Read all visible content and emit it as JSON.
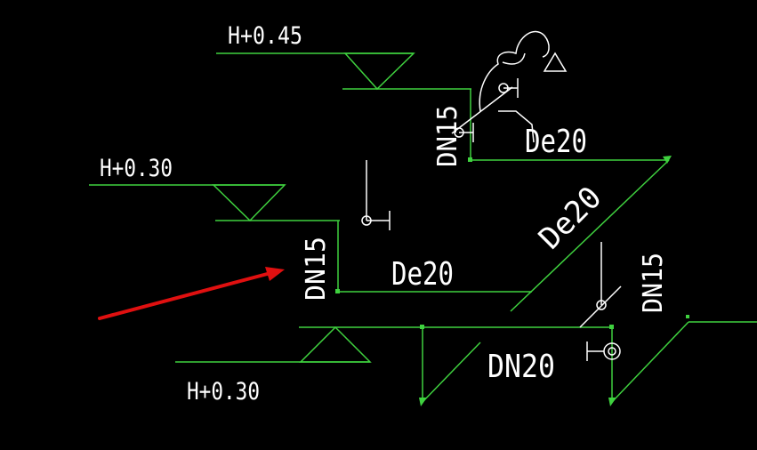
{
  "drawing": {
    "background": "#000000",
    "pipe_color": "#3fd13f",
    "text_color": "#ffffff",
    "pointer_arrow_color": "#e01010"
  },
  "labels": {
    "level_top": "H+0.45",
    "level_mid": "H+0.30",
    "level_bottom": "H+0.30",
    "dn15_upper": "DN15",
    "dn15_mid": "DN15",
    "dn15_right": "DN15",
    "de20_upper": "De20",
    "de20_mid": "De20",
    "de20_diag": "De20",
    "dn20": "DN20"
  }
}
